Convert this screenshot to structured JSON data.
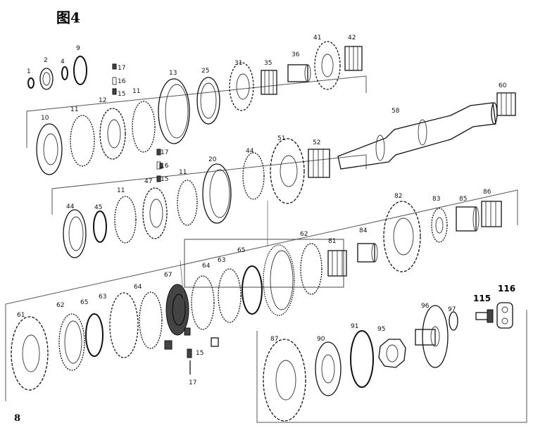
{
  "figure_title": "图4",
  "page_number": "8",
  "part_labels": [
    "1",
    "2",
    "4",
    "9",
    "17",
    "16",
    "15",
    "13",
    "25",
    "31",
    "35",
    "36",
    "41",
    "42",
    "10",
    "11",
    "12",
    "60",
    "58",
    "52",
    "51",
    "44",
    "20",
    "47",
    "45",
    "82",
    "83",
    "85",
    "86",
    "61",
    "62",
    "65",
    "63",
    "64",
    "67",
    "84",
    "81",
    "87",
    "90",
    "91",
    "95",
    "96",
    "97",
    "115",
    "116"
  ]
}
